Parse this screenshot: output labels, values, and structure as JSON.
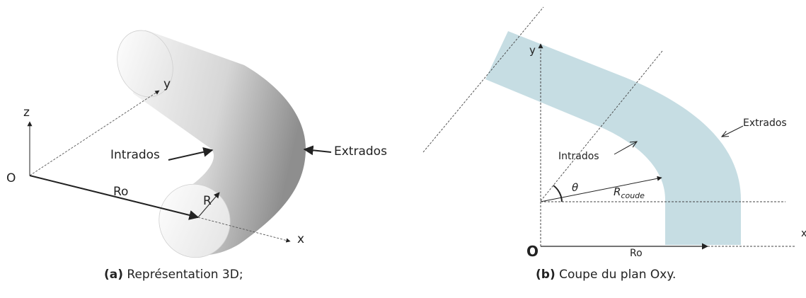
{
  "figure_a": {
    "labels": {
      "z": "z",
      "y": "y",
      "x": "x",
      "origin": "O",
      "ro": "Ro",
      "r": "R",
      "intrados": "Intrados",
      "extrados": "Extrados"
    },
    "caption": {
      "tag": "(a)",
      "text": "Représentation 3D;"
    }
  },
  "figure_b": {
    "labels": {
      "y": "y",
      "x": "x",
      "origin": "O",
      "ro": "Ro",
      "theta": "θ",
      "r_coude": "R",
      "r_coude_sub": "coude",
      "intrados": "Intrados",
      "extrados": "Extrados"
    },
    "caption": {
      "tag": "(b)",
      "text": "Coupe du plan Oxy."
    }
  },
  "colors": {
    "pipe_shade_light": "#f4f4f4",
    "pipe_shade_dark": "#8c8c8c",
    "section_fill": "#c6dde3",
    "line": "#222222"
  }
}
